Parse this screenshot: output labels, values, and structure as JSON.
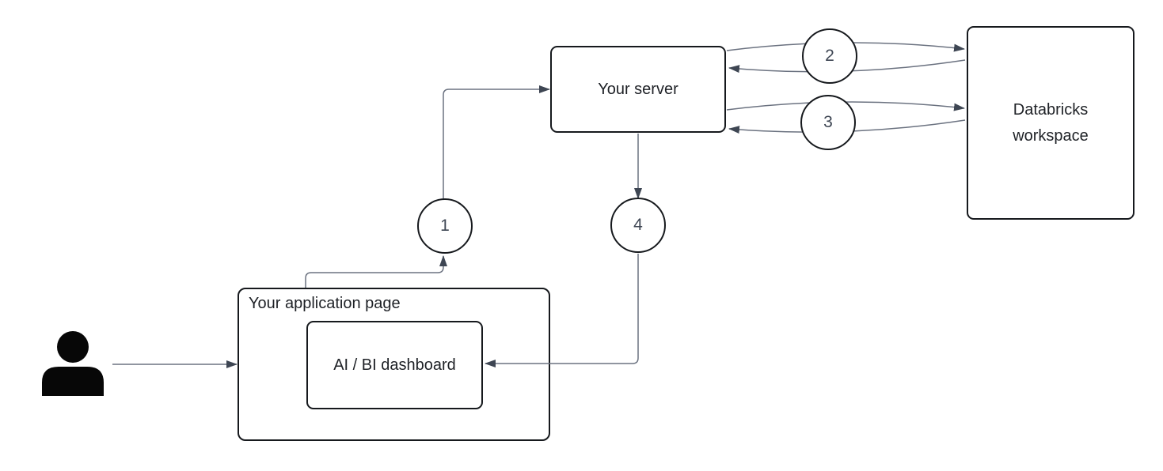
{
  "colors": {
    "background": "#ffffff",
    "box_border": "#16191d",
    "connector": "#6b7280",
    "arrowhead": "#3e4653",
    "node_text": "#1e2126",
    "step_text": "#3e4653",
    "user_icon": "#070707"
  },
  "nodes": {
    "app_page": {
      "label": "Your application page"
    },
    "dashboard": {
      "label": "AI / BI dashboard"
    },
    "server": {
      "label": "Your server"
    },
    "databricks": {
      "line1": "Databricks",
      "line2": "workspace"
    }
  },
  "steps": [
    {
      "label": "1"
    },
    {
      "label": "2"
    },
    {
      "label": "3"
    },
    {
      "label": "4"
    }
  ],
  "icons": {
    "user": "user-icon"
  },
  "edges": [
    {
      "from": "user",
      "to": "app_page",
      "step": null,
      "bidirectional": false
    },
    {
      "from": "app_page",
      "to": "server",
      "step": "1",
      "bidirectional": false
    },
    {
      "from": "server",
      "to": "databricks",
      "step": "2",
      "bidirectional": true
    },
    {
      "from": "server",
      "to": "databricks",
      "step": "3",
      "bidirectional": true
    },
    {
      "from": "server",
      "to": "dashboard",
      "step": "4",
      "bidirectional": false
    }
  ]
}
